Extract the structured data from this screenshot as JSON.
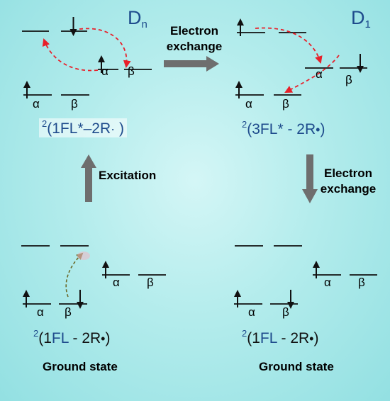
{
  "titles": {
    "dn": {
      "main": "D",
      "sub": "n"
    },
    "d1": {
      "main": "D",
      "sub": "1"
    }
  },
  "formulas": {
    "top_left": {
      "sup": "2",
      "open": "(1",
      "fl": "FL",
      "rest": "*–2R",
      "dot": "·",
      "close": " )"
    },
    "top_right": {
      "sup": "2",
      "open": "(3",
      "fl": "FL",
      "rest": "* - 2R",
      "dot": "•",
      "close": ")"
    },
    "bottom_left": {
      "sup": "2",
      "open": "(1",
      "fl": "FL",
      "rest": " - 2R",
      "dot": "•",
      "close": ")"
    },
    "bottom_right": {
      "sup": "2",
      "open": "(1",
      "fl": "FL",
      "rest": " - 2R",
      "dot": "•",
      "close": ")"
    }
  },
  "process_labels": {
    "top_exchange": [
      "Electron",
      "exchange"
    ],
    "right_exchange": [
      "Electron",
      "exchange"
    ],
    "excitation": "Excitation"
  },
  "state_names": {
    "bottom_left": "Ground state",
    "bottom_right": "Ground state"
  },
  "orbital_labels": {
    "alpha": "α",
    "beta": "β"
  },
  "colors": {
    "background": "#b3ecec",
    "title": "#1e4b8c",
    "process_arrow": "#6e6e6e",
    "exchange_arrow": "#e8202a",
    "excitation_curve": "#6b6a2a"
  },
  "levels": [
    {
      "id": "tl-upper-a",
      "panel": "top-left"
    },
    {
      "id": "tl-upper-b",
      "panel": "top-left"
    },
    {
      "id": "tl-rad-a",
      "panel": "top-left"
    },
    {
      "id": "tl-rad-b",
      "panel": "top-left"
    },
    {
      "id": "tl-low-a",
      "panel": "top-left"
    },
    {
      "id": "tl-low-b",
      "panel": "top-left"
    },
    {
      "id": "tr-upper-a",
      "panel": "top-right"
    },
    {
      "id": "tr-upper-b",
      "panel": "top-right"
    },
    {
      "id": "tr-rad-a",
      "panel": "top-right"
    },
    {
      "id": "tr-rad-b",
      "panel": "top-right"
    },
    {
      "id": "tr-low-a",
      "panel": "top-right"
    },
    {
      "id": "tr-low-b",
      "panel": "top-right"
    },
    {
      "id": "bl-upper-a",
      "panel": "bottom-left"
    },
    {
      "id": "bl-upper-b",
      "panel": "bottom-left"
    },
    {
      "id": "bl-rad-a",
      "panel": "bottom-left"
    },
    {
      "id": "bl-rad-b",
      "panel": "bottom-left"
    },
    {
      "id": "bl-low-a",
      "panel": "bottom-left"
    },
    {
      "id": "bl-low-b",
      "panel": "bottom-left"
    },
    {
      "id": "br-upper-a",
      "panel": "bottom-right"
    },
    {
      "id": "br-upper-b",
      "panel": "bottom-right"
    },
    {
      "id": "br-rad-a",
      "panel": "bottom-right"
    },
    {
      "id": "br-rad-b",
      "panel": "bottom-right"
    },
    {
      "id": "br-low-a",
      "panel": "bottom-right"
    },
    {
      "id": "br-low-b",
      "panel": "bottom-right"
    }
  ],
  "electrons": [
    {
      "level": "tl-upper-b",
      "spin": "down"
    },
    {
      "level": "tl-rad-a",
      "spin": "up"
    },
    {
      "level": "tl-low-a",
      "spin": "up"
    },
    {
      "level": "tr-upper-a",
      "spin": "up"
    },
    {
      "level": "tr-rad-b",
      "spin": "down"
    },
    {
      "level": "tr-low-a",
      "spin": "up"
    },
    {
      "level": "bl-rad-a",
      "spin": "up"
    },
    {
      "level": "bl-low-a",
      "spin": "up"
    },
    {
      "level": "bl-low-b",
      "spin": "down"
    },
    {
      "level": "br-rad-a",
      "spin": "up"
    },
    {
      "level": "br-low-a",
      "spin": "up"
    },
    {
      "level": "br-low-b",
      "spin": "down"
    }
  ]
}
